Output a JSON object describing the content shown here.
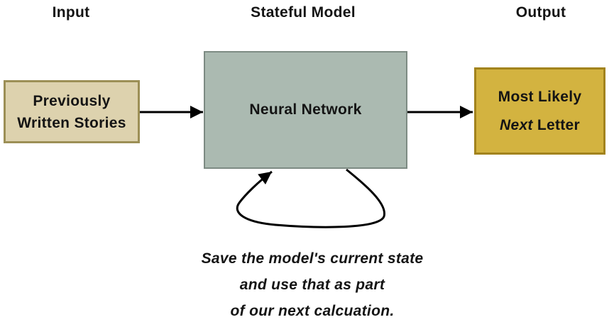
{
  "diagram": {
    "headers": {
      "input": "Input",
      "model": "Stateful Model",
      "output": "Output"
    },
    "nodes": {
      "input_box": {
        "line1": "Previously",
        "line2": "Written Stories"
      },
      "model_box": {
        "label": "Neural Network"
      },
      "output_box": {
        "line1": "Most Likely",
        "line2_italic": "Next",
        "line2_rest": " Letter"
      }
    },
    "caption": {
      "line1": "Save the model's current state",
      "line2": "and use that as part",
      "line3": "of our next calcuation."
    },
    "colors": {
      "background": "#ffffff",
      "text": "#141414",
      "arrow": "#000000",
      "input_fill": "#ddd2ae",
      "input_border": "#9c8f56",
      "model_fill": "#abbab1",
      "model_border": "#7d8b83",
      "output_fill": "#d3b340",
      "output_border": "#a2831d"
    }
  }
}
